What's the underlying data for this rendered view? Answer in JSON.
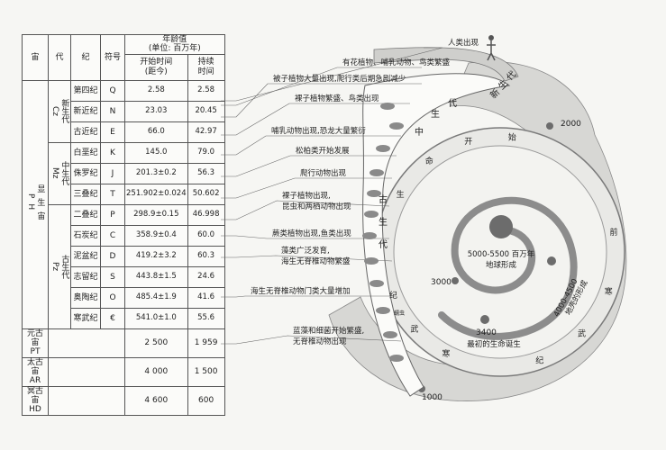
{
  "table": {
    "headers": {
      "eon": "宙",
      "era": "代",
      "period": "纪",
      "symbol": "符号",
      "age_value": "年龄值",
      "age_unit": "(单位: 百万年)",
      "start_time": "开始时间",
      "start_sub": "(距今)",
      "duration": "持续",
      "duration_sub": "时间"
    },
    "phanerozoic": {
      "name": "显生宙",
      "abbr": "PH"
    },
    "eras": [
      {
        "name": "新生代",
        "abbr": "Cz"
      },
      {
        "name": "中生代",
        "abbr": "Mz"
      },
      {
        "name": "古生代",
        "abbr": "Pz"
      }
    ],
    "periods": [
      {
        "name": "第四纪",
        "symbol": "Q",
        "start": "2.58",
        "duration": "2.58"
      },
      {
        "name": "新近纪",
        "symbol": "N",
        "start": "23.03",
        "duration": "20.45"
      },
      {
        "name": "古近纪",
        "symbol": "E",
        "start": "66.0",
        "duration": "42.97"
      },
      {
        "name": "白垩纪",
        "symbol": "K",
        "start": "145.0",
        "duration": "79.0"
      },
      {
        "name": "侏罗纪",
        "symbol": "J",
        "start": "201.3±0.2",
        "duration": "56.3"
      },
      {
        "name": "三叠纪",
        "symbol": "T",
        "start": "251.902±0.024",
        "duration": "50.602"
      },
      {
        "name": "二叠纪",
        "symbol": "P",
        "start": "298.9±0.15",
        "duration": "46.998"
      },
      {
        "name": "石炭纪",
        "symbol": "C",
        "start": "358.9±0.4",
        "duration": "60.0"
      },
      {
        "name": "泥盆纪",
        "symbol": "D",
        "start": "419.2±3.2",
        "duration": "60.3"
      },
      {
        "name": "志留纪",
        "symbol": "S",
        "start": "443.8±1.5",
        "duration": "24.6"
      },
      {
        "name": "奥陶纪",
        "symbol": "O",
        "start": "485.4±1.9",
        "duration": "41.6"
      },
      {
        "name": "寒武纪",
        "symbol": "€",
        "start": "541.0±1.0",
        "duration": "55.6"
      }
    ],
    "precambrian": [
      {
        "name": "元古宙",
        "abbr": "PT",
        "start": "2 500",
        "duration": "1 959"
      },
      {
        "name": "太古宙",
        "abbr": "AR",
        "start": "4 000",
        "duration": "1 500"
      },
      {
        "name": "冥古宙",
        "abbr": "HD",
        "start": "4 600",
        "duration": "600"
      }
    ]
  },
  "callouts": [
    "人类出现",
    "有花植物、哺乳动物、鸟类繁盛",
    "被子植物大量出现,爬行类后期急剧减少",
    "裸子植物繁盛、鸟类出现",
    "哺乳动物出现,恐龙大量繁衍",
    "松柏类开始发展",
    "爬行动物出现",
    "裸子植物出现,",
    "昆虫和两栖动物出现",
    "蕨类植物出现,鱼类出现",
    "藻类广泛发育,",
    "海生无脊椎动物繁盛",
    "海生无脊椎动物门类大量增加",
    "蓝藻和细菌开始繁盛,",
    "无脊椎动物出现"
  ],
  "spiral": {
    "band_outer": [
      "新",
      "生",
      "代"
    ],
    "band_middle": [
      "中",
      "生",
      "代"
    ],
    "band_inner": [
      "古",
      "生",
      "代"
    ],
    "band_mid_text": [
      "生",
      "命",
      "开",
      "始",
      "前",
      "寒",
      "武",
      "纪"
    ],
    "band_outer_text": [
      "古",
      "生",
      "代"
    ],
    "inner_text": [
      "生",
      "命",
      "开",
      "始",
      "前"
    ],
    "band_lower_text": [
      "寒",
      "武",
      "纪"
    ],
    "ticks": [
      "2000",
      "3000",
      "3400",
      "1000"
    ],
    "earth": {
      "value": "5000-5500 百万年",
      "label": "地球形成"
    },
    "crust": {
      "value": "4000-4500",
      "label": "地壳的形成"
    },
    "life": {
      "value": "3400",
      "label": "最初的生命诞生"
    },
    "small_label": "蠕虫"
  }
}
